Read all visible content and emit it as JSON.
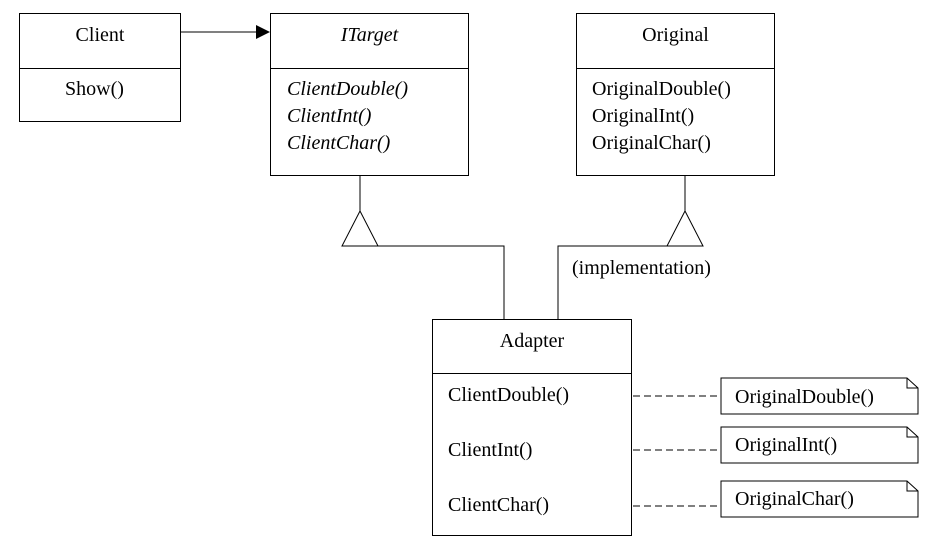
{
  "classes": {
    "client": {
      "name": "Client",
      "methods": [
        "Show()"
      ]
    },
    "itarget": {
      "name": "ITarget",
      "methods": [
        "ClientDouble()",
        "ClientInt()",
        "ClientChar()"
      ]
    },
    "original": {
      "name": "Original",
      "methods": [
        "OriginalDouble()",
        "OriginalInt()",
        "OriginalChar()"
      ]
    },
    "adapter": {
      "name": "Adapter",
      "methods": [
        "ClientDouble()",
        "ClientInt()",
        "ClientChar()"
      ]
    }
  },
  "labels": {
    "implementation": "(implementation)"
  },
  "notes": [
    "OriginalDouble()",
    "OriginalInt()",
    "OriginalChar()"
  ]
}
